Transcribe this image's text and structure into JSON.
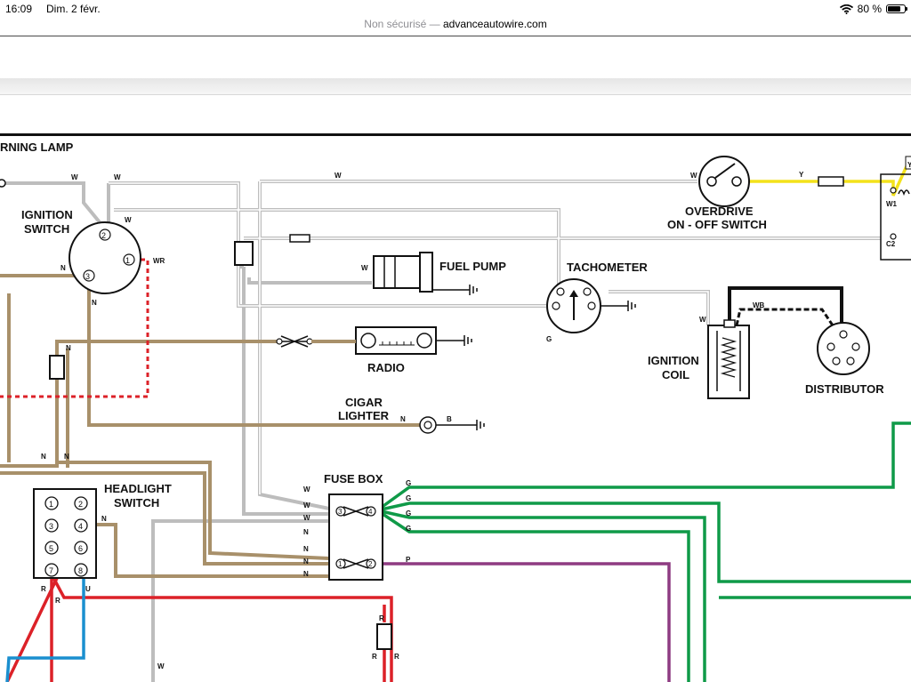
{
  "statusbar": {
    "time": "16:09",
    "date": "Dim. 2 févr.",
    "insecure": "Non sécurisé",
    "separator": " — ",
    "domain": "advanceautowire.com",
    "battery_text": "80 %",
    "battery_level": 0.8,
    "wifi_icon": "wifi-icon"
  },
  "diagram": {
    "labels": {
      "warning_lamp": "RNING LAMP",
      "ignition_switch_1": "IGNITION",
      "ignition_switch_2": "SWITCH",
      "overdrive_1": "OVERDRIVE",
      "overdrive_2": "ON - OFF SWITCH",
      "fuel_pump": "FUEL PUMP",
      "tachometer": "TACHOMETER",
      "radio": "RADIO",
      "cigar_1": "CIGAR",
      "cigar_2": "LIGHTER",
      "ignition_coil_1": "IGNITION",
      "ignition_coil_2": "COIL",
      "distributor": "DISTRIBUTOR",
      "fuse_box": "FUSE BOX",
      "headlight_1": "HEADLIGHT",
      "headlight_2": "SWITCH"
    },
    "headlight_terminals": [
      "1",
      "2",
      "3",
      "4",
      "5",
      "6",
      "7",
      "8"
    ],
    "ignition_terminals": [
      "2",
      "1",
      "3"
    ],
    "fuse_terminals": [
      "3",
      "4",
      "1",
      "2"
    ],
    "relay_terminals": [
      "W1",
      "C2"
    ],
    "wire_codes": {
      "w": "W",
      "y": "Y",
      "n": "N",
      "g": "G",
      "p": "P",
      "r": "R",
      "u": "U",
      "b": "B",
      "wr": "WR",
      "wb": "WB"
    },
    "wire_colors": {
      "white": "#bdbdbd",
      "brown": "#a8906a",
      "green": "#0f9a48",
      "purple": "#8e3b82",
      "red": "#dc2128",
      "blue": "#1a8fcf",
      "yellow": "#f3e21b",
      "black": "#111111"
    }
  }
}
